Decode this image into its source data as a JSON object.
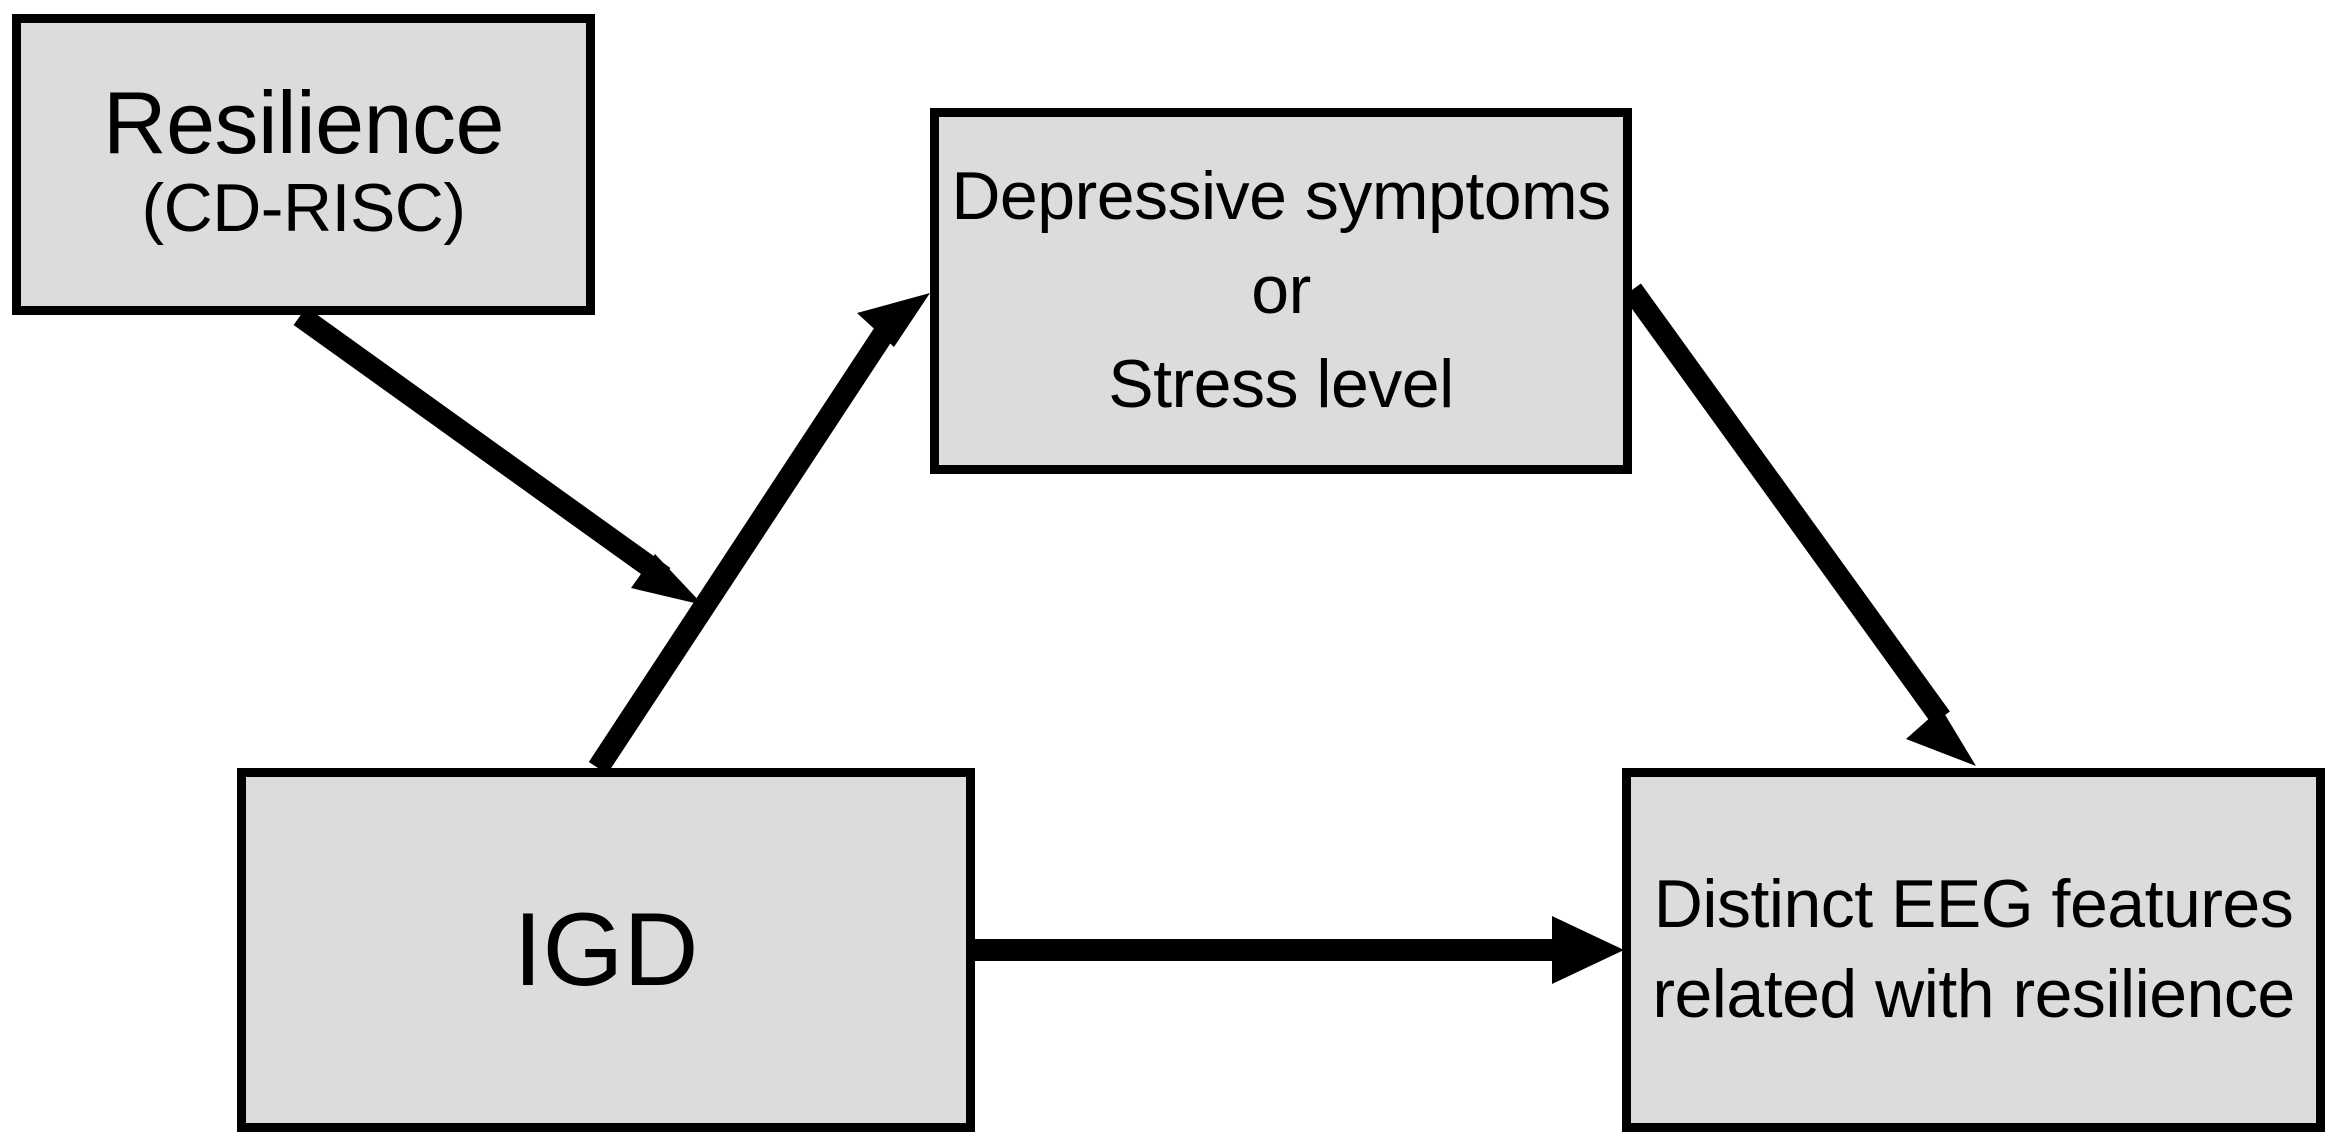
{
  "diagram": {
    "type": "flow-diagram",
    "background_color": "#ffffff",
    "node_fill_color": "#dcdcdc",
    "node_border_color": "#000000",
    "arrow_color": "#000000",
    "nodes": [
      {
        "id": "resilience",
        "lines": [
          "Resilience",
          "(CD-RISC)"
        ],
        "main_label": "Resilience",
        "sub_label": "(CD-RISC)"
      },
      {
        "id": "depressive",
        "lines": [
          "Depressive symptoms",
          "or",
          "Stress level"
        ],
        "line1": "Depressive symptoms",
        "line2": "or",
        "line3": "Stress level"
      },
      {
        "id": "igd",
        "lines": [
          "IGD"
        ],
        "label": "IGD"
      },
      {
        "id": "eeg",
        "lines": [
          "Distinct EEG features",
          "related with resilience"
        ],
        "line1": "Distinct EEG features",
        "line2": "related with resilience"
      }
    ],
    "edges": [
      {
        "id": "resilience-to-igd-path",
        "from": "resilience",
        "to": "igd-to-depressive-path",
        "style": "solid-arrow"
      },
      {
        "id": "igd-to-depressive",
        "from": "igd",
        "to": "depressive",
        "style": "solid-arrow"
      },
      {
        "id": "depressive-to-eeg",
        "from": "depressive",
        "to": "eeg",
        "style": "solid-arrow"
      },
      {
        "id": "igd-to-eeg",
        "from": "igd",
        "to": "eeg",
        "style": "solid-arrow"
      }
    ]
  }
}
